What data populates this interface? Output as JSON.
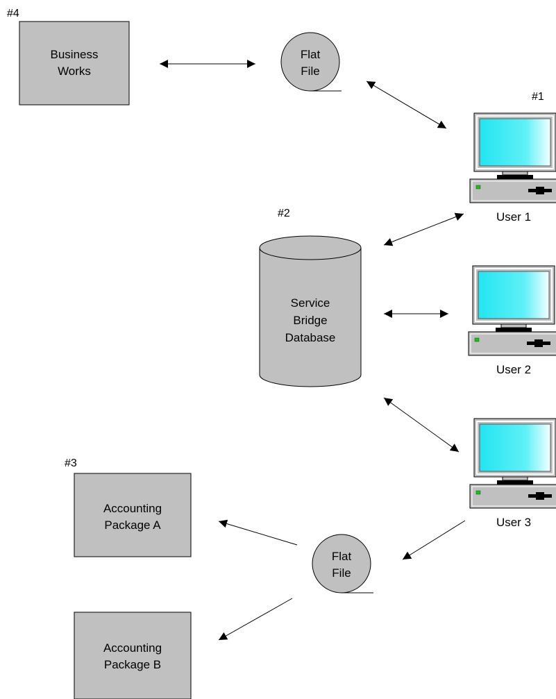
{
  "markers": {
    "m1": "#1",
    "m2": "#2",
    "m3": "#3",
    "m4": "#4"
  },
  "nodes": {
    "business_works": {
      "line1": "Business",
      "line2": "Works"
    },
    "flat_file_top": {
      "line1": "Flat",
      "line2": "File"
    },
    "database": {
      "line1": "Service",
      "line2": "Bridge",
      "line3": "Database"
    },
    "accounting_a": {
      "line1": "Accounting",
      "line2": "Package A"
    },
    "accounting_b": {
      "line1": "Accounting",
      "line2": "Package B"
    },
    "flat_file_bottom": {
      "line1": "Flat",
      "line2": "File"
    }
  },
  "users": [
    {
      "label": "User 1"
    },
    {
      "label": "User 2"
    },
    {
      "label": "User 3"
    }
  ],
  "colors": {
    "box_fill": "#c0c0c0",
    "screen_cyan": "#22e5f0",
    "led_green": "#18c018"
  }
}
